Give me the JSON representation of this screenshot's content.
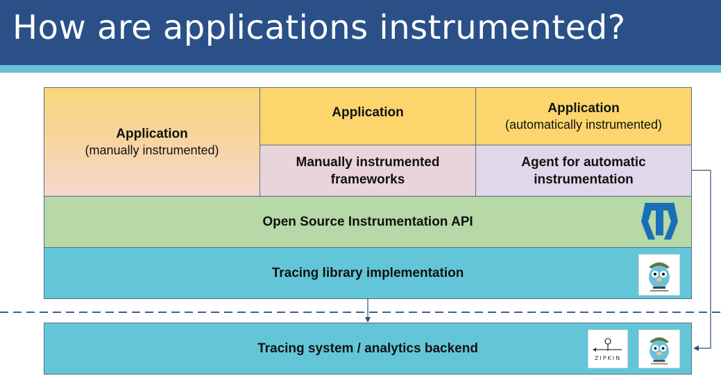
{
  "title": "How are applications instrumented?",
  "boxes": {
    "app_manual": {
      "title": "Application",
      "subtitle": "(manually instrumented)"
    },
    "app_mid": {
      "title": "Application"
    },
    "app_auto": {
      "title": "Application",
      "subtitle": "(automatically instrumented)"
    },
    "frameworks": {
      "line1": "Manually instrumented",
      "line2": "frameworks"
    },
    "agent": {
      "line1": "Agent for automatic",
      "line2": "instrumentation"
    },
    "api": {
      "label": "Open Source Instrumentation API"
    },
    "tracing_lib": {
      "label": "Tracing library implementation"
    },
    "backend": {
      "label": "Tracing system / analytics backend"
    }
  },
  "logos": {
    "zipkin_text": "ZIPKIN",
    "opentracing_icon": "opentracing-logo-icon",
    "gopher_icon": "jaeger-gopher-icon",
    "zipkin_icon": "zipkin-logo-icon"
  },
  "colors": {
    "title_bg": "#2a5087",
    "stripe": "#6dbfd5",
    "application": "#fcd66c",
    "frameworks": "#ead4dc",
    "agent": "#dfd7ea",
    "api": "#b6d9a7",
    "tracing": "#63c6d8",
    "dashed_line": "#3a5f8a"
  }
}
